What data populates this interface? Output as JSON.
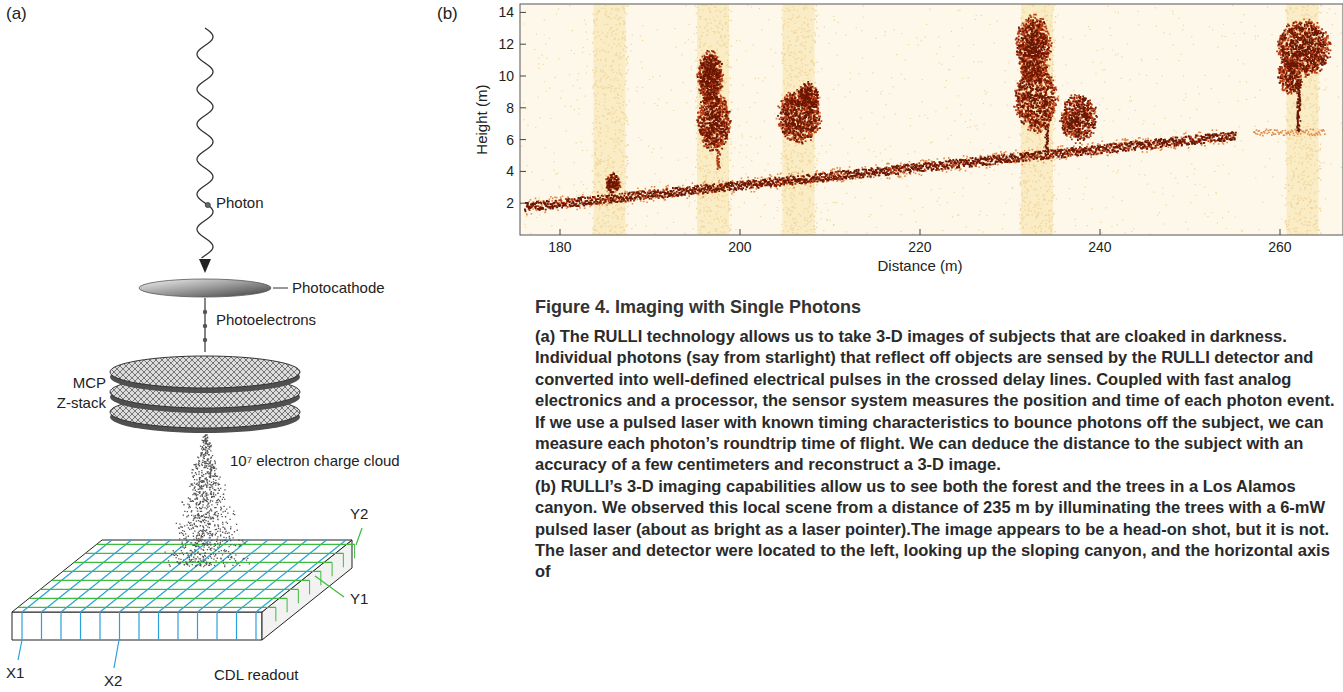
{
  "diagram": {
    "title": "Figure 4. Imaging with Single Photons",
    "caption": "(a) The RULLI technology allows us to take 3-D images of subjects that are cloaked in darkness. Individual photons (say from starlight) that reflect off objects are sensed by the RULLI detector and converted into well-defined electrical pulses in the crossed delay lines. Coupled with fast analog electronics and a processor, the sensor system measures the position and time of each photon event. If we use a pulsed laser with known timing characteristics to bounce photons off the subject, we can measure each photon’s roundtrip time of flight. We can deduce the distance to the subject with an accuracy of a few centimeters and reconstruct a 3-D image.",
    "labels": [
      "(a)",
      "(b)",
      "Photon",
      "Photocathode",
      "Photoelectrons",
      "MCP",
      "Z-stack",
      "10⁷ electron charge cloud",
      "Y2",
      "Y1",
      "X1",
      "X2",
      "CDL readout",
      "Height (m)",
      "14",
      "12",
      "10",
      "8",
      "6",
      "4",
      "2",
      "180",
      "200",
      "220",
      "240",
      "260",
      "Distance (m)",
      "(b) RULLI’s 3-D imaging capabilities allow us to see both the forest and the trees in a Los Alamos canyon. We observed this local scene from a distance of 235 m by illuminating the trees with a 6-mW pulsed laser (about as bright as a laser pointer).The image appears to be a head-on shot, but it is not. The laser and detector were located to the left, looking up the sloping canyon, and the horizontal axis of"
    ]
  }
}
